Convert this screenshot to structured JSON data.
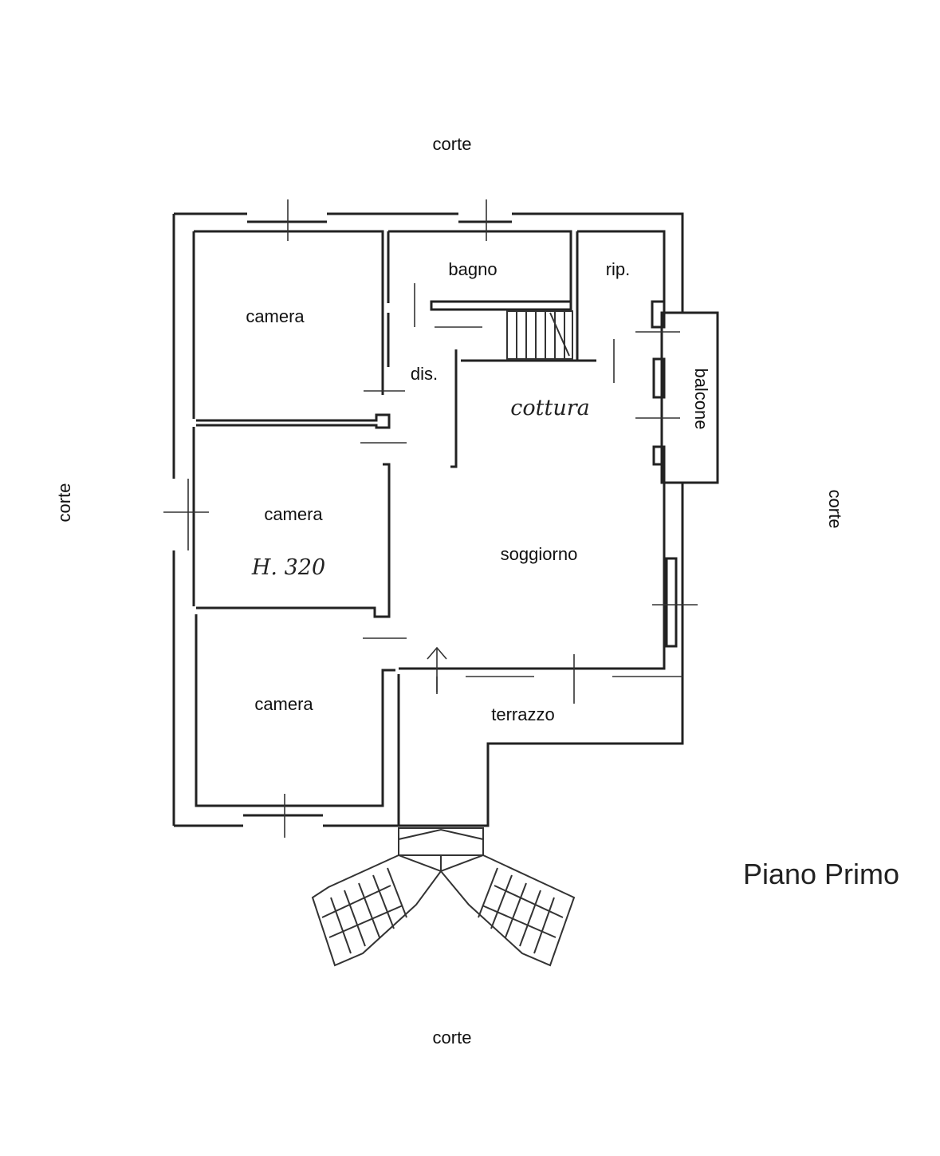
{
  "plan": {
    "title": "Piano Primo",
    "surroundings": {
      "top": "corte",
      "bottom": "corte",
      "left": "corte",
      "right": "corte"
    },
    "rooms": {
      "camera_top": "camera",
      "camera_middle": "camera",
      "camera_bottom": "camera",
      "bagno": "bagno",
      "rip": "rip.",
      "dis": "dis.",
      "cottura": "cottura",
      "soggiorno": "soggiorno",
      "terrazzo": "terrazzo",
      "balcone": "balcone"
    },
    "height_note": "H. 320"
  }
}
